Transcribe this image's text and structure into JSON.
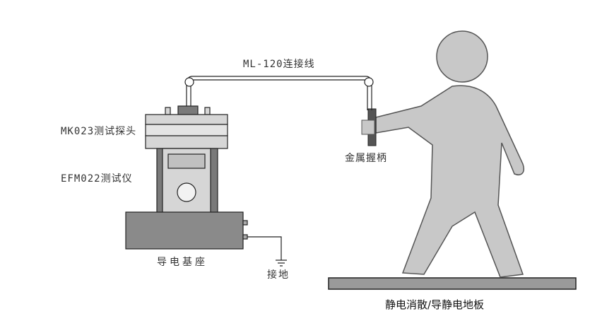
{
  "labels": {
    "cable": "ML-120连接线",
    "probe": "MK023测试探头",
    "meter": "EFM022测试仪",
    "handle": "金属握柄",
    "base": "导电基座",
    "ground": "接地",
    "floor": "静电消散/导静电地板"
  },
  "colors": {
    "figure_fill": "#c8c8c8",
    "device_gray": "#d6d6d6",
    "device_dark": "#7a7a7a",
    "base_gray": "#8a8a8a",
    "floor_gray": "#9a9a9a",
    "line": "#222222"
  },
  "icons": [
    "pulley-icon",
    "ground-symbol-icon",
    "knob-icon",
    "walking-person-icon"
  ]
}
